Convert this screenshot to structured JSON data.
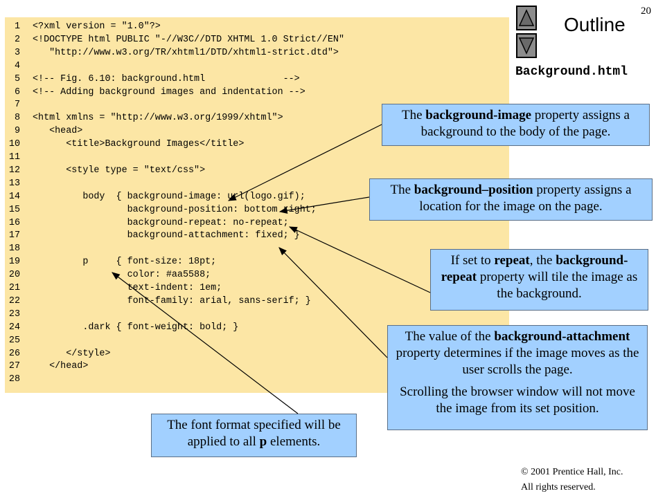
{
  "page": {
    "number": "20"
  },
  "header": {
    "outline": "Outline",
    "filename": "Background.html"
  },
  "nav": {
    "up_icon": "triangle-up-icon",
    "down_icon": "triangle-down-icon"
  },
  "code": [
    {
      "n": "1",
      "text": "<?xml version = \"1.0\"?>"
    },
    {
      "n": "2",
      "text": "<!DOCTYPE html PUBLIC \"-//W3C//DTD XHTML 1.0 Strict//EN\""
    },
    {
      "n": "3",
      "text": "   \"http://www.w3.org/TR/xhtml1/DTD/xhtml1-strict.dtd\">"
    },
    {
      "n": "4",
      "text": ""
    },
    {
      "n": "5",
      "text": "<!-- Fig. 6.10: background.html              -->"
    },
    {
      "n": "6",
      "text": "<!-- Adding background images and indentation -->"
    },
    {
      "n": "7",
      "text": ""
    },
    {
      "n": "8",
      "text": "<html xmlns = \"http://www.w3.org/1999/xhtml\">"
    },
    {
      "n": "9",
      "text": "   <head>"
    },
    {
      "n": "10",
      "text": "      <title>Background Images</title>"
    },
    {
      "n": "11",
      "text": ""
    },
    {
      "n": "12",
      "text": "      <style type = \"text/css\">"
    },
    {
      "n": "13",
      "text": ""
    },
    {
      "n": "14",
      "text": "         body  { background-image: url(logo.gif);"
    },
    {
      "n": "15",
      "text": "                 background-position: bottom right;"
    },
    {
      "n": "16",
      "text": "                 background-repeat: no-repeat;"
    },
    {
      "n": "17",
      "text": "                 background-attachment: fixed; }"
    },
    {
      "n": "18",
      "text": ""
    },
    {
      "n": "19",
      "text": "         p     { font-size: 18pt;"
    },
    {
      "n": "20",
      "text": "                 color: #aa5588;"
    },
    {
      "n": "21",
      "text": "                 text-indent: 1em;"
    },
    {
      "n": "22",
      "text": "                 font-family: arial, sans-serif; }"
    },
    {
      "n": "23",
      "text": ""
    },
    {
      "n": "24",
      "text": "         .dark { font-weight: bold; }"
    },
    {
      "n": "25",
      "text": ""
    },
    {
      "n": "26",
      "text": "      </style>"
    },
    {
      "n": "27",
      "text": "   </head>"
    },
    {
      "n": "28",
      "text": ""
    }
  ],
  "callouts": {
    "bg_image": {
      "pre": "The ",
      "b1": "background-image",
      "post": " property assigns a background to the body of the page."
    },
    "bg_position": {
      "pre": "The ",
      "b1": "background–position",
      "post": " property assigns a location for the image on the page."
    },
    "bg_repeat": {
      "pre": "If set to ",
      "b1": "repeat",
      "mid": ", the ",
      "b2": "background-repeat",
      "post": " property will tile the image as the background."
    },
    "bg_attach": {
      "pre": "The value of the ",
      "b1": "background-attachment",
      "post": " property determines if the image moves as the user scrolls the page.",
      "p2": "Scrolling the browser window will not move the image from its set position."
    },
    "font_format": {
      "pre": "The font format specified will be applied to all ",
      "b1": "p",
      "post": " elements."
    }
  },
  "footer": {
    "copyright": "© 2001 Prentice Hall, Inc.",
    "rights": "All rights reserved."
  }
}
